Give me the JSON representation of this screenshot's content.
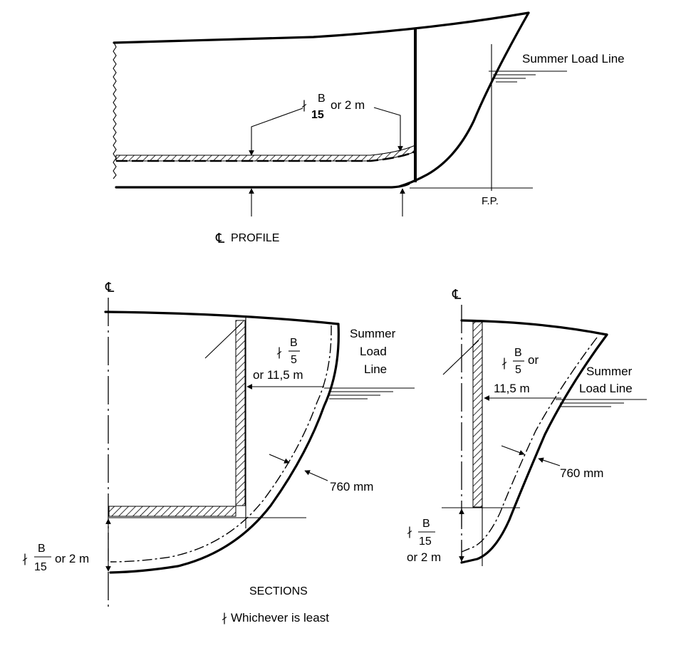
{
  "profile": {
    "summer_load_line": "Summer Load Line",
    "dim_prefix": "∤",
    "dim_numerator": "B",
    "dim_denominator": "15",
    "dim_suffix": "or 2 m",
    "fp_label": "F.P.",
    "cl_symbol": "℄",
    "profile_label": "PROFILE"
  },
  "section_left": {
    "cl_symbol": "℄",
    "summer_load_line": [
      "Summer",
      "Load",
      "Line"
    ],
    "dim_prefix": "∤",
    "dim_numerator": "B",
    "dim_denominator": "5",
    "dim_suffix": "or 11,5 m",
    "thickness": "760 mm",
    "bottom_prefix": "∤",
    "bottom_numerator": "B",
    "bottom_denominator": "15",
    "bottom_suffix": "or 2 m"
  },
  "section_right": {
    "cl_symbol": "℄",
    "summer_load_line": [
      "Summer",
      "Load Line"
    ],
    "dim_prefix": "∤",
    "dim_numerator": "B",
    "dim_denominator": "5",
    "dim_or": "or",
    "dim_value": "11,5 m",
    "thickness": "760 mm",
    "bottom_prefix": "∤",
    "bottom_numerator": "B",
    "bottom_denominator": "15",
    "bottom_suffix": "or 2 m"
  },
  "footer": {
    "sections_label": "SECTIONS",
    "note_prefix": "∤",
    "note": "Whichever is least"
  }
}
